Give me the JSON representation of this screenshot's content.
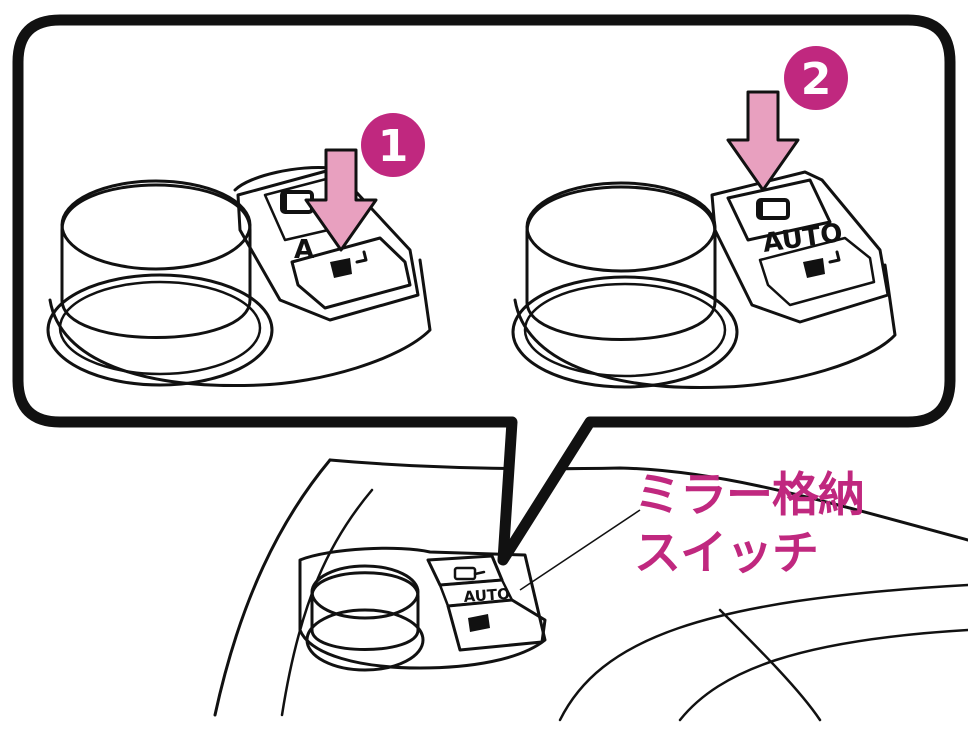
{
  "colors": {
    "accent": "#c0287f",
    "button_pressed": "#b7b7b7",
    "arrow": "#e8a0bf",
    "outline": "#111111"
  },
  "steps": [
    {
      "number": "1"
    },
    {
      "number": "2"
    }
  ],
  "switch_label": {
    "line1": "ミラー格納",
    "line2": "スイッチ"
  },
  "switch_markings": {
    "auto": "AUTO",
    "auto_cropped": "A",
    "top_symbol": "mirror-fold-icon",
    "bottom_symbol": "mirror-tilt-down-icon"
  },
  "step_state": {
    "step1_pressed_segment": "bottom",
    "step2_pressed_segment": "top"
  }
}
